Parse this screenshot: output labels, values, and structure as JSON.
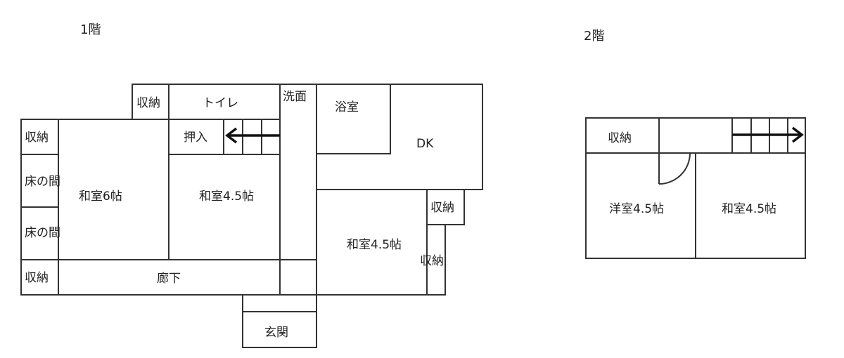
{
  "floor1": {
    "title": "1階",
    "rooms": {
      "storage_top": "収納",
      "toilet": "トイレ",
      "washroom": "洗面",
      "bath": "浴室",
      "dk": "DK",
      "storage_left_top": "収納",
      "tokonoma_1": "床の間",
      "tokonoma_2": "床の間",
      "storage_left_bottom": "収納",
      "washitsu_6": "和室6帖",
      "oshiire": "押入",
      "washitsu_45_center": "和室4.5帖",
      "washitsu_45_right": "和室4.5帖",
      "storage_right_upper": "収納",
      "storage_right_lower": "収納",
      "corridor": "廊下",
      "entrance": "玄関"
    }
  },
  "floor2": {
    "title": "2階",
    "rooms": {
      "storage": "収納",
      "yoshitsu_45": "洋室4.5帖",
      "washitsu_45": "和室4.5帖"
    }
  }
}
